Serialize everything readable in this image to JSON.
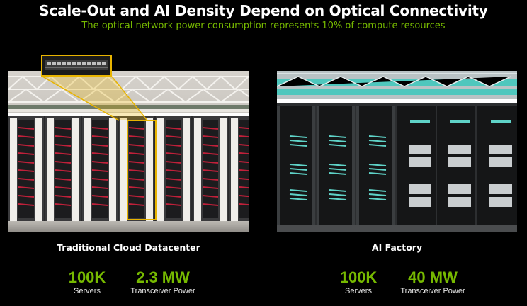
{
  "header": {
    "title": "Scale-Out and AI Density Depend on Optical Connectivity",
    "subtitle": "The optical network power consumption represents 10% of compute resources"
  },
  "panels": [
    {
      "title": "Traditional Cloud Datacenter",
      "stats": [
        {
          "value": "100K",
          "label": "Servers"
        },
        {
          "value": "2.3 MW",
          "label": "Transceiver Power"
        }
      ]
    },
    {
      "title": "AI Factory",
      "stats": [
        {
          "value": "100K",
          "label": "Servers"
        },
        {
          "value": "40 MW",
          "label": "Transceiver Power"
        }
      ]
    }
  ],
  "colors": {
    "accent_green": "#76b900",
    "callout_yellow": "#e8b400",
    "cable_red": "#c0203a",
    "cable_aqua": "#5fd3c8",
    "background": "#000000"
  }
}
